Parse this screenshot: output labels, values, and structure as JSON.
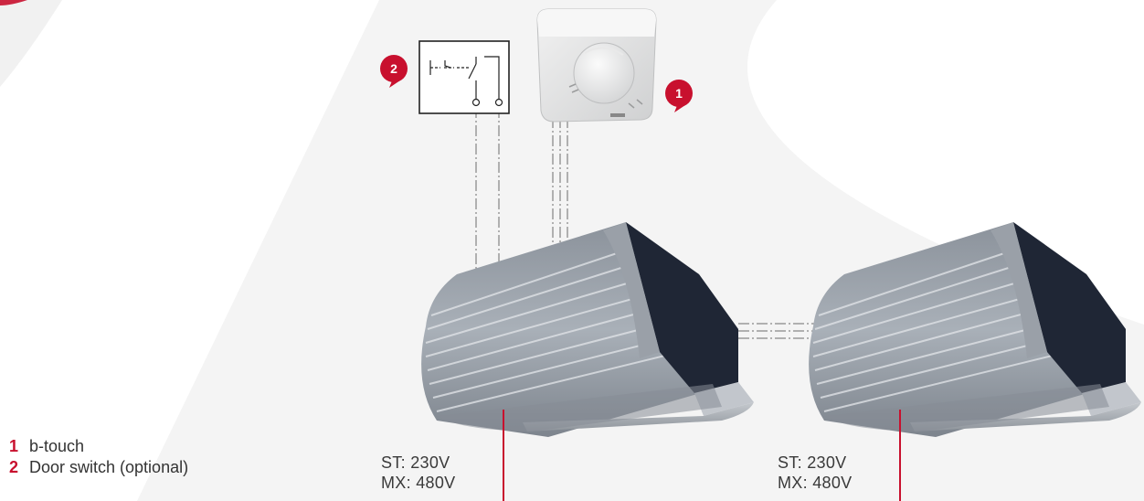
{
  "callouts": {
    "b_touch_number": "1",
    "door_switch_number": "2"
  },
  "legend": [
    {
      "number": "1",
      "label": "b-touch"
    },
    {
      "number": "2",
      "label": "Door switch (optional)"
    }
  ],
  "units": [
    {
      "voltage_st": "ST: 230V",
      "voltage_mx": "MX: 480V"
    },
    {
      "voltage_st": "ST: 230V",
      "voltage_mx": "MX: 480V"
    }
  ],
  "colors": {
    "accent": "#c8102e",
    "unit_body": "#1f2635",
    "housing": "#9aa0a8",
    "background_shape": "#f1f1f1"
  },
  "icons": {
    "thermostat": "b-touch-controller-icon",
    "door_switch": "door-switch-schematic-icon"
  }
}
